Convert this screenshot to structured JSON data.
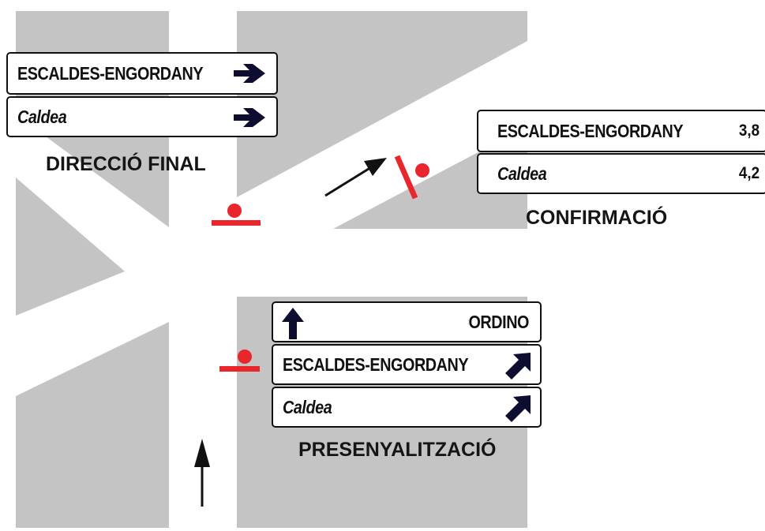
{
  "colors": {
    "road_gray": "#c4c4c4",
    "sign_border": "#111111",
    "signal_red": "#e8262b",
    "arrow_fill": "#0d0d30"
  },
  "signs": {
    "final": {
      "caption": "DIRECCIÓ FINAL",
      "panels": [
        {
          "destination": "ESCALDES-ENGORDANY",
          "icon": "arrow-right-icon"
        },
        {
          "destination": "Caldea",
          "icon": "arrow-right-icon"
        }
      ]
    },
    "confirmation": {
      "caption": "CONFIRMACIÓ",
      "panels": [
        {
          "destination": "ESCALDES-ENGORDANY",
          "distance": "3,8"
        },
        {
          "destination": "Caldea",
          "distance": "4,2"
        }
      ]
    },
    "presignal": {
      "caption": "PRESENYALITZACIÓ",
      "panels": [
        {
          "destination": "ORDINO",
          "icon": "arrow-up-icon"
        },
        {
          "destination": "ESCALDES-ENGORDANY",
          "icon": "arrow-up-right-icon"
        },
        {
          "destination": "Caldea",
          "icon": "arrow-up-right-icon"
        }
      ]
    }
  }
}
